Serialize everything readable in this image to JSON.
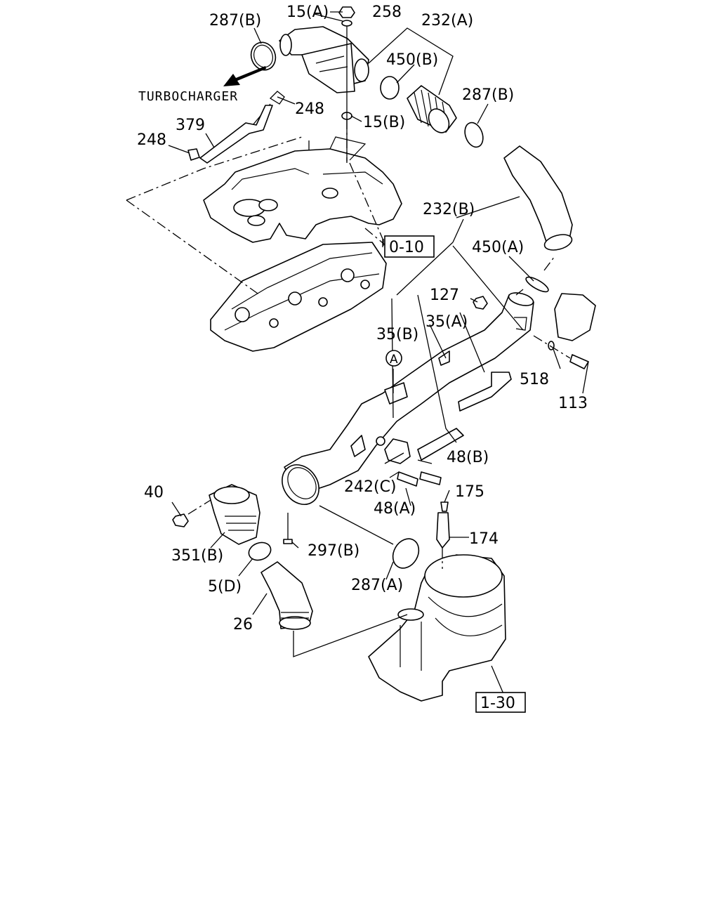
{
  "labels": {
    "l287b_top": "287(B)",
    "l15a": "15(A)",
    "l258": "258",
    "l232a": "232(A)",
    "l450b": "450(B)",
    "l287b_mid": "287(B)",
    "turbocharger": "TURBOCHARGER",
    "l248_a": "248",
    "l15b": "15(B)",
    "l379": "379",
    "l248_b": "248",
    "l232b": "232(B)",
    "l450a": "450(A)",
    "l127": "127",
    "l35a": "35(A)",
    "l35b": "35(B)",
    "circle_a": "A",
    "l518": "518",
    "l113": "113",
    "l48b": "48(B)",
    "l242c": "242(C)",
    "l48a": "48(A)",
    "l175": "175",
    "l174": "174",
    "l40": "40",
    "l351b": "351(B)",
    "l297b": "297(B)",
    "l5d": "5(D)",
    "l287a": "287(A)",
    "l26": "26"
  },
  "refs": {
    "ref_0_10": "0-10",
    "ref_1_30": "1-30"
  }
}
